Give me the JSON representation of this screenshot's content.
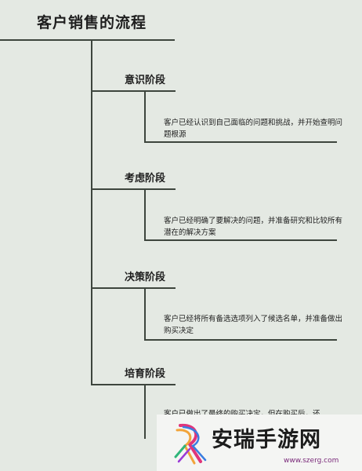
{
  "title": "客户销售的流程",
  "stages": [
    {
      "label": "意识阶段",
      "desc": "客户已经认识到自己面临的问题和挑战，并开始查明问题根源"
    },
    {
      "label": "考虑阶段",
      "desc": "客户已经明确了要解决的问题，并准备研究和比较所有潜在的解决方案"
    },
    {
      "label": "决策阶段",
      "desc": "客户已经将所有备选选项列入了候选名单，并准备做出购买决定"
    },
    {
      "label": "培育阶段",
      "desc": "客户已做出了最终的购买决定，但在购买后，还"
    }
  ],
  "watermark": {
    "brand": "安瑞手游网",
    "url": "www.szerg.com"
  },
  "colors": {
    "background": "#e4e9e3",
    "lines": "#3d453d",
    "text": "#1e1e1e"
  }
}
